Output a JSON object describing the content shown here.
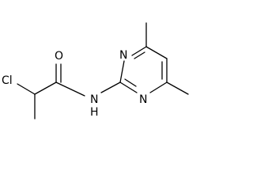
{
  "molecule": {
    "atoms": {
      "cl": "Cl",
      "o": "O",
      "nh": "N",
      "h": "H",
      "n1": "N",
      "n3": "N"
    }
  }
}
